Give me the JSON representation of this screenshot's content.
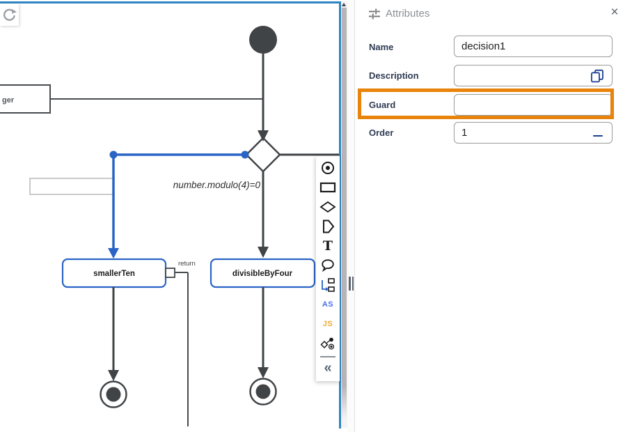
{
  "canvas": {
    "toolbar": {
      "redo_icon": "redo"
    },
    "diagram": {
      "clipped_node_label": "ger",
      "guard_expression": "number.modulo(4)=0",
      "task_left_label": "smallerTen",
      "task_right_label": "divisibleByFour",
      "edge_label": "return",
      "edge_label_input_value": ""
    }
  },
  "palette": {
    "as_label": "AS",
    "js_label": "JS",
    "collapse_label": "«",
    "icons": [
      "end-node-icon",
      "rectangle-icon",
      "diamond-icon",
      "pentagon-icon",
      "text-icon",
      "comment-icon",
      "fork-copy-icon",
      "as-script-icon",
      "js-script-icon",
      "mapping-icon",
      "collapse-icon"
    ]
  },
  "panel": {
    "title": "Attributes",
    "close_label": "×",
    "fields": {
      "name": {
        "label": "Name",
        "value": "decision1"
      },
      "description": {
        "label": "Description",
        "value": ""
      },
      "guard": {
        "label": "Guard",
        "value": ""
      },
      "order": {
        "label": "Order",
        "value": "1"
      }
    },
    "colors": {
      "highlight_orange": "#E8830C",
      "accent_navy": "#1D3F91",
      "selection_blue": "#2A64C5",
      "canvas_border_blue": "#2E86C1"
    }
  }
}
